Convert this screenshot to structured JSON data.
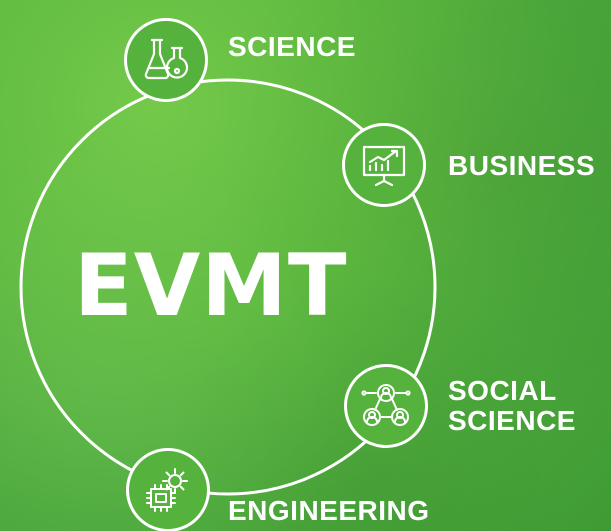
{
  "center": {
    "title": "EVMT"
  },
  "nodes": {
    "science": {
      "label": "SCIENCE",
      "icon": "flasks-icon"
    },
    "business": {
      "label": "BUSINESS",
      "icon": "growth-chart-icon"
    },
    "social_science": {
      "label_line1": "SOCIAL",
      "label_line2": "SCIENCE",
      "icon": "people-network-icon"
    },
    "engineering": {
      "label": "ENGINEERING",
      "icon": "gear-chip-icon"
    }
  },
  "colors": {
    "background": "#5fbb40",
    "foreground": "#ffffff"
  }
}
